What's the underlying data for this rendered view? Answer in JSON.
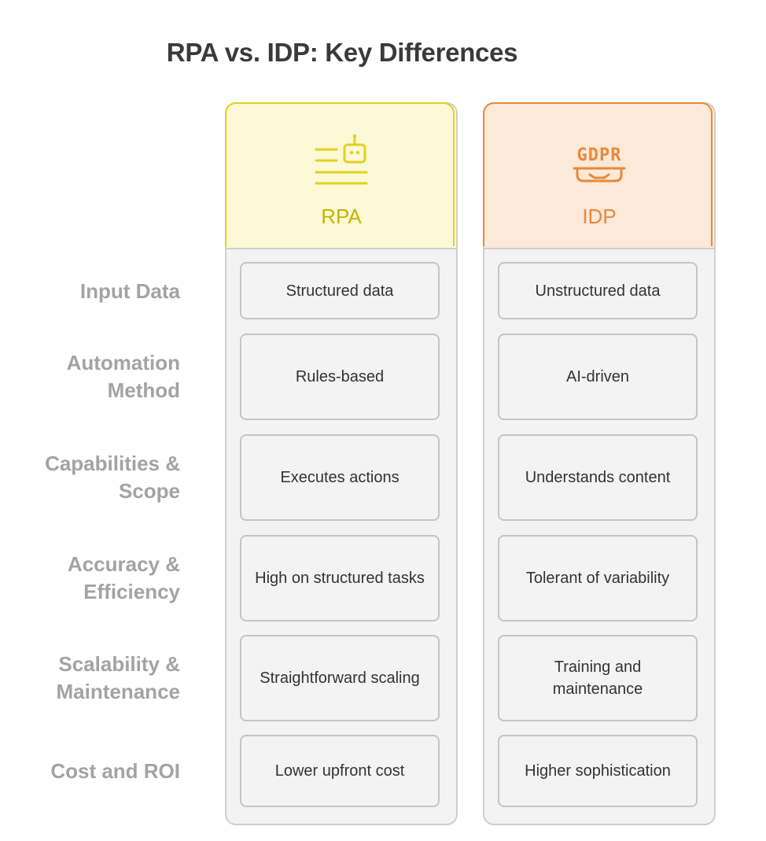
{
  "title": "RPA vs. IDP: Key Differences",
  "colors": {
    "rpa_accent": "#e2d21c",
    "idp_accent": "#e8893a",
    "row_label": "#a3a3a3"
  },
  "columns": {
    "rpa": {
      "label": "RPA",
      "icon": "robot-document-icon"
    },
    "idp": {
      "label": "IDP",
      "icon": "gdpr-icon",
      "icon_text": "GDPR"
    }
  },
  "rows": [
    {
      "label": "Input Data",
      "rpa": "Structured data",
      "idp": "Unstructured data"
    },
    {
      "label": "Automation Method",
      "rpa": "Rules-based",
      "idp": "AI-driven"
    },
    {
      "label": "Capabilities & Scope",
      "rpa": "Executes actions",
      "idp": "Understands content"
    },
    {
      "label": "Accuracy & Efficiency",
      "rpa": "High on structured tasks",
      "idp": "Tolerant of variability"
    },
    {
      "label": "Scalability & Maintenance",
      "rpa": "Straightforward scaling",
      "idp": "Training and maintenance"
    },
    {
      "label": "Cost and ROI",
      "rpa": "Lower upfront cost",
      "idp": "Higher sophistication"
    }
  ]
}
